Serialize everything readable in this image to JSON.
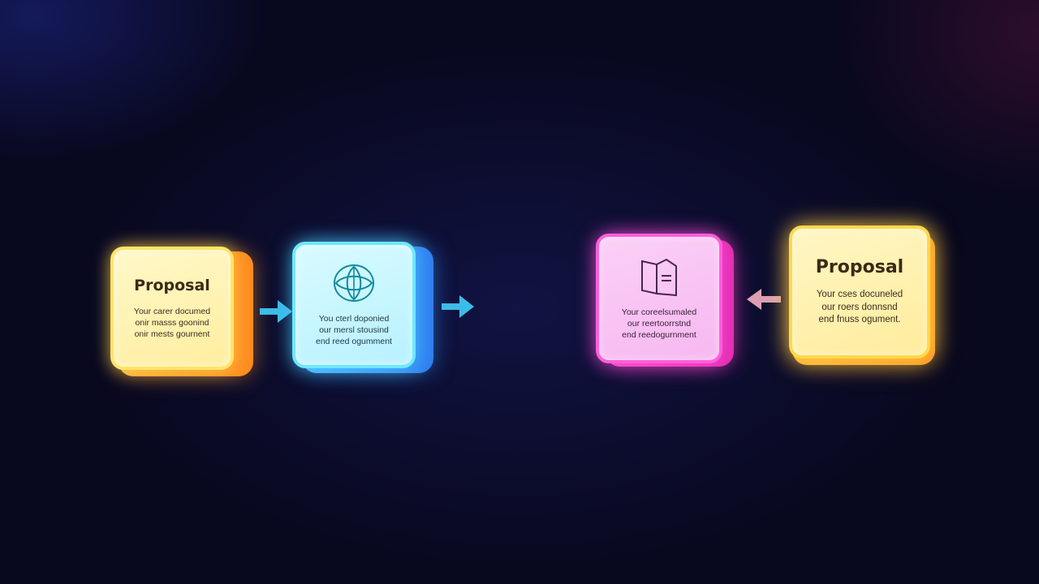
{
  "cards": [
    {
      "title": "Proposal",
      "lines": [
        "Your carer documed",
        "onir masss goonind",
        "onir mests gournent"
      ]
    },
    {
      "icon": "globe-icon",
      "lines": [
        "You cterl doponied",
        "our mersl stousind",
        "end reed ogumment"
      ]
    },
    {
      "icon": "document-icon",
      "lines": [
        "Your coreelsumaled",
        "our reertoorrstnd",
        "end reedogurnment"
      ]
    },
    {
      "title": "Proposal",
      "lines": [
        "Your cses docuneled",
        "our roers donnsnd",
        "end fnuss ogument."
      ]
    }
  ],
  "arrows": [
    {
      "direction": "right",
      "color": "#3ec6f0"
    },
    {
      "direction": "right",
      "color": "#3ec6f0"
    },
    {
      "direction": "left",
      "color": "#e8a8b8"
    }
  ]
}
